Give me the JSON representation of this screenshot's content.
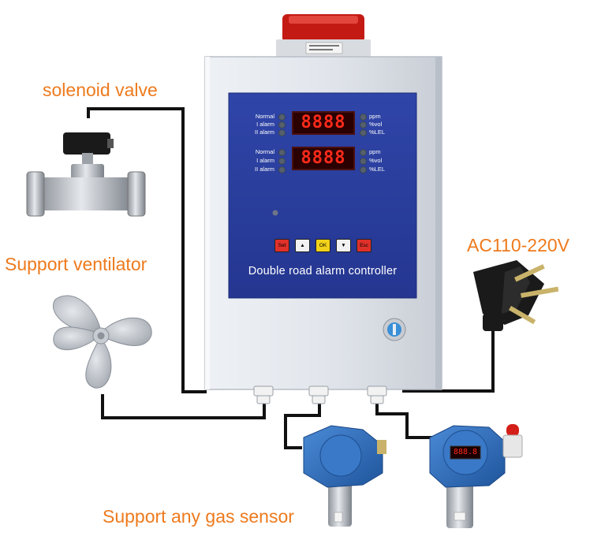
{
  "callouts": {
    "valve": "solenoid valve",
    "ventilator": "Support ventilator",
    "power": "AC110-220V",
    "sensor": "Support any gas sensor"
  },
  "controller": {
    "title": "Double road alarm controller",
    "channels": [
      {
        "status_labels": [
          "Normal",
          "I alarm",
          "II alarm"
        ],
        "unit_labels": [
          "ppm",
          "%vol",
          "%LEL"
        ],
        "display": "8888"
      },
      {
        "status_labels": [
          "Normal",
          "I alarm",
          "II alarm"
        ],
        "unit_labels": [
          "ppm",
          "%vol",
          "%LEL"
        ],
        "display": "8888"
      }
    ],
    "keys": [
      {
        "name": "set",
        "label": "Set",
        "color": "#e0302a"
      },
      {
        "name": "up",
        "label": "▲",
        "color": "#f2f2f2"
      },
      {
        "name": "ok",
        "label": "OK",
        "color": "#f2d21a"
      },
      {
        "name": "down",
        "label": "▼",
        "color": "#f2f2f2"
      },
      {
        "name": "esc",
        "label": "Esc",
        "color": "#e0302a"
      }
    ]
  },
  "colors": {
    "callout": "#ee7a1d",
    "panel": "#2a3c9a",
    "cabinet": "#dfe4ea",
    "sensor_body": "#2f6fc0",
    "beacon": "#d4201a",
    "wire": "#111111"
  },
  "detector_display": "888.8"
}
